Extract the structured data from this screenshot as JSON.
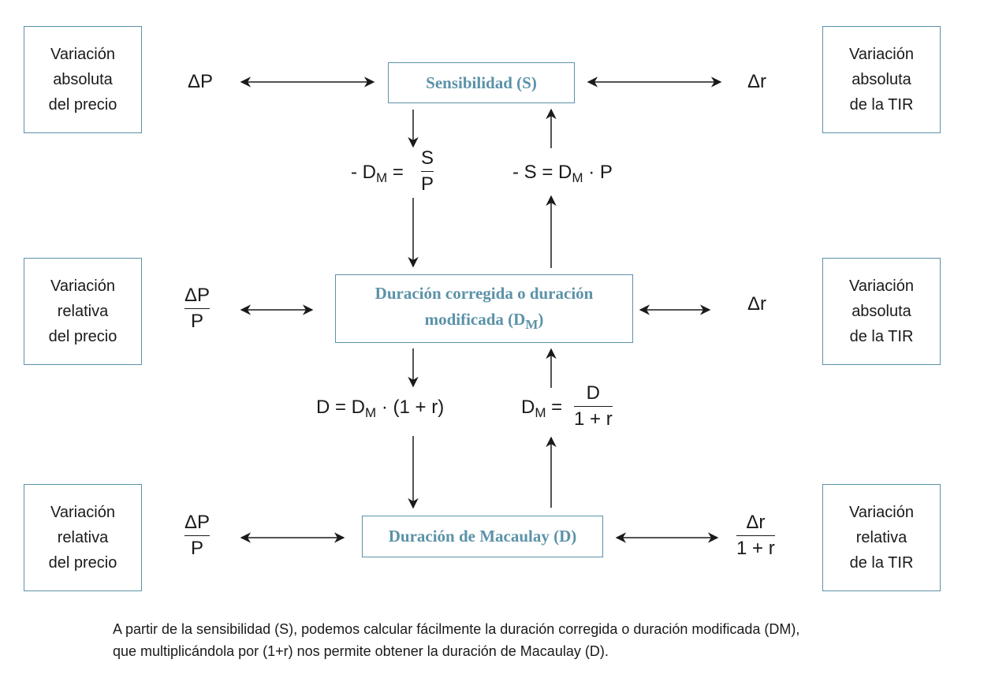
{
  "left_boxes": [
    {
      "l1": "Variación",
      "l2": "absoluta",
      "l3": "del precio"
    },
    {
      "l1": "Variación",
      "l2": "relativa",
      "l3": "del precio"
    },
    {
      "l1": "Variación",
      "l2": "relativa",
      "l3": "del precio"
    }
  ],
  "right_boxes": [
    {
      "l1": "Variación",
      "l2": "absoluta",
      "l3": "de la TIR"
    },
    {
      "l1": "Variación",
      "l2": "absoluta",
      "l3": "de la TIR"
    },
    {
      "l1": "Variación",
      "l2": "relativa",
      "l3": "de la TIR"
    }
  ],
  "center_boxes": {
    "top": "Sensibilidad (S)",
    "mid_l1": "Duración corregida o duración",
    "mid_l2": "modificada (D",
    "mid_sub": "M",
    "mid_end": ")",
    "bottom": "Duración de Macaulay (D)"
  },
  "symbols": {
    "delta_p": "ΔP",
    "delta_r": "Δr",
    "p": "P",
    "one_plus_r": "1 + r"
  },
  "formulas": {
    "f1_prefix": "- D",
    "f1_sub": "M",
    "f1_eq": " =",
    "f1_num": "S",
    "f1_den": "P",
    "f2_prefix": "- S = D",
    "f2_sub": "M",
    "f2_suffix": " · P",
    "f3_prefix": "D = D",
    "f3_sub": "M",
    "f3_suffix": " · (1 + r)",
    "f4_prefix": "D",
    "f4_sub": "M",
    "f4_eq": " =",
    "f4_num": "D",
    "f4_den": "1 + r"
  },
  "caption": {
    "line1": "A partir de la sensibilidad (S), podemos calcular fácilmente la duración corregida o duración modificada (DM),",
    "line2": "que multiplicándola por (1+r) nos permite obtener la duración de Macaulay (D)."
  },
  "colors": {
    "accent": "#5b92a8",
    "text": "#1a1a1a"
  }
}
